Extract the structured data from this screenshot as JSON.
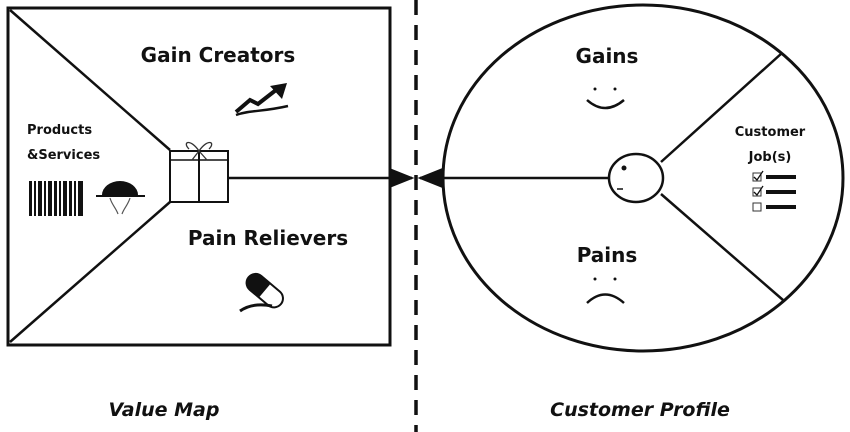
{
  "value_map": {
    "caption": "Value Map",
    "gain_creators": "Gain Creators",
    "pain_relievers": "Pain Relievers",
    "products_line1": "Products",
    "products_line2": "&Services",
    "icons": [
      "trend-up-arrow-icon",
      "pill-icon",
      "barcode-icon",
      "serving-cloche-icon",
      "gift-box-icon"
    ]
  },
  "customer_profile": {
    "caption": "Customer Profile",
    "gains": "Gains",
    "pains": "Pains",
    "jobs_line1": "Customer",
    "jobs_line2": "Job(s)",
    "icons": [
      "smiley-face-icon",
      "sad-face-icon",
      "checklist-icon",
      "customer-head-icon"
    ],
    "checklist": [
      true,
      true,
      false
    ]
  }
}
